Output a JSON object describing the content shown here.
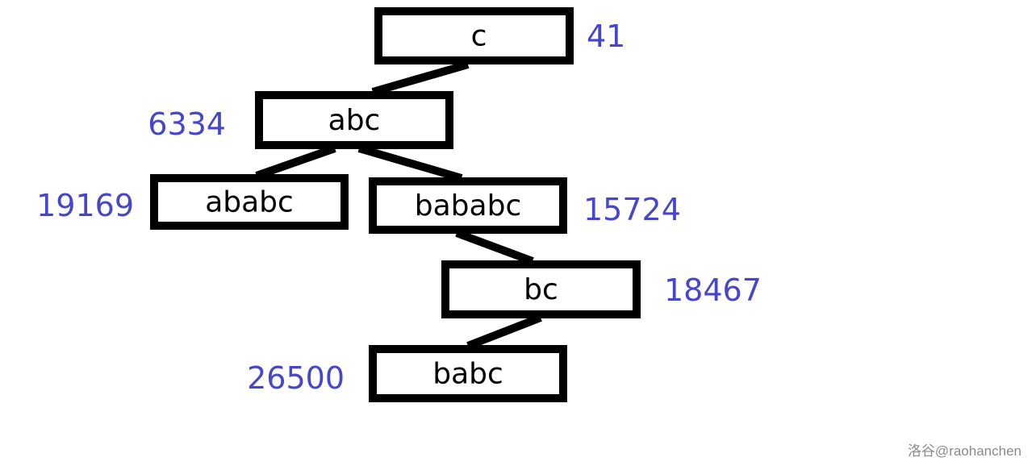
{
  "diagram": {
    "number_color": "#4646cc",
    "nodes": [
      {
        "id": "c",
        "label": "c",
        "value": "41"
      },
      {
        "id": "abc",
        "label": "abc",
        "value": "6334"
      },
      {
        "id": "ababc",
        "label": "ababc",
        "value": "19169"
      },
      {
        "id": "bababc",
        "label": "bababc",
        "value": "15724"
      },
      {
        "id": "bc",
        "label": "bc",
        "value": "18467"
      },
      {
        "id": "babc",
        "label": "babc",
        "value": "26500"
      }
    ],
    "edges": [
      {
        "from": "c",
        "to": "abc"
      },
      {
        "from": "abc",
        "to": "ababc"
      },
      {
        "from": "abc",
        "to": "bababc"
      },
      {
        "from": "bababc",
        "to": "bc"
      },
      {
        "from": "bc",
        "to": "babc"
      }
    ]
  },
  "watermark": "洛谷@raohanchen"
}
